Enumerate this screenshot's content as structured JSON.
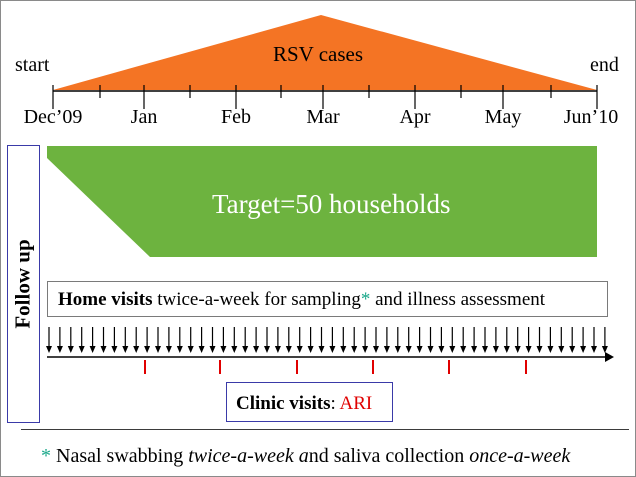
{
  "timeline": {
    "start_label": "start",
    "end_label": "end",
    "months": [
      "Dec’09",
      "Jan",
      "Feb",
      "Mar",
      "Apr",
      "May",
      "Jun’10"
    ]
  },
  "rsv": {
    "label": "RSV cases",
    "color": "#f47424"
  },
  "target": {
    "label": "Target=50 households",
    "color": "#6db33f"
  },
  "followup": {
    "label": "Follow up"
  },
  "home_visits": {
    "bold": "Home visits",
    "text_before": " twice-a-week for sampling",
    "asterisk": "*",
    "text_after": " and illness assessment"
  },
  "clinic_visits": {
    "bold": "Clinic visits",
    "colon": ": ",
    "ari": "ARI"
  },
  "footnote": {
    "asterisk": "*",
    "part1": " Nasal swabbing ",
    "part2_italic": "twice-a-week a",
    "part3": "nd saliva collection ",
    "part4_italic": "once-a-week"
  },
  "colors": {
    "arrow": "#000000",
    "clinic_tick": "#e00000",
    "asterisk": "#1aa88a",
    "border": "#3a3aa8"
  }
}
